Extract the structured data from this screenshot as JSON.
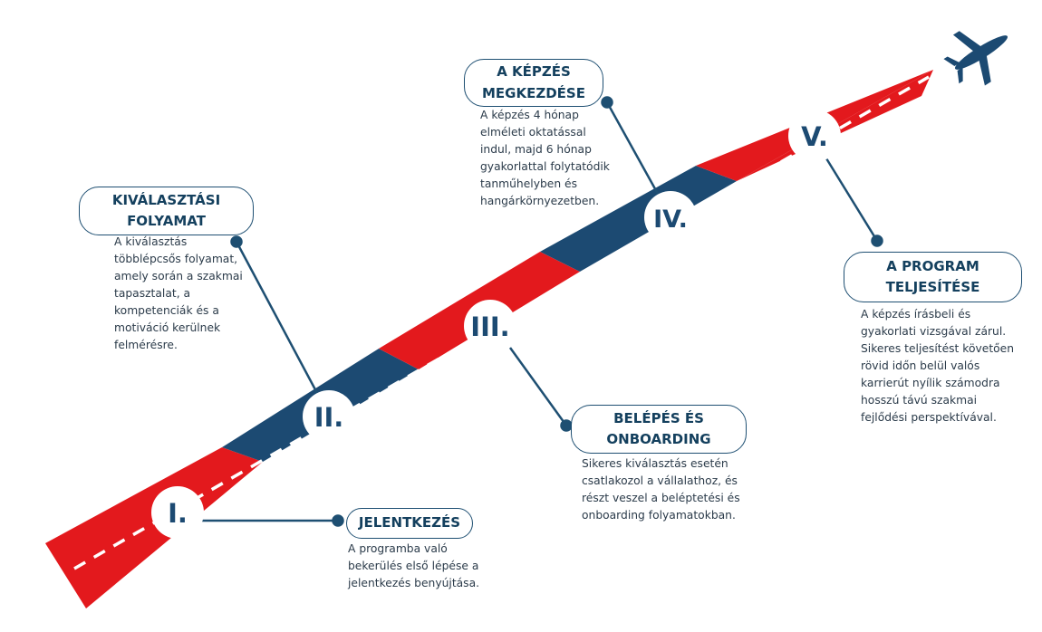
{
  "colors": {
    "red": "#e3191d",
    "navy": "#1c4a72",
    "ink": "#14405e",
    "dash": "#ffffff"
  },
  "plane": {
    "icon": "airplane-icon"
  },
  "steps": [
    {
      "numeral": "I.",
      "title": [
        "JELENTKEZÉS"
      ],
      "description": [
        "A programba való",
        "bekerülés első lépése a",
        "jelentkezés benyújtása."
      ]
    },
    {
      "numeral": "II.",
      "title": [
        "KIVÁLASZTÁSI",
        "FOLYAMAT"
      ],
      "description": [
        "A kiválasztás",
        "többlépcsős folyamat,",
        "amely során a szakmai",
        "tapasztalat, a",
        "kompetenciák és a",
        "motiváció kerülnek",
        "felmérésre."
      ]
    },
    {
      "numeral": "III.",
      "title": [
        "BELÉPÉS ÉS",
        "ONBOARDING"
      ],
      "description": [
        "Sikeres kiválasztás esetén",
        "csatlakozol a vállalathoz, és",
        "részt veszel a beléptetési és",
        "onboarding folyamatokban."
      ]
    },
    {
      "numeral": "IV.",
      "title": [
        "A KÉPZÉS",
        "MEGKEZDÉSE"
      ],
      "description": [
        "A képzés 4 hónap",
        "elméleti oktatással",
        "indul, majd 6 hónap",
        "gyakorlattal folytatódik",
        "tanműhelyben és",
        "hangárkörnyezetben."
      ]
    },
    {
      "numeral": "V.",
      "title": [
        "A PROGRAM",
        "TELJESÍTÉSE"
      ],
      "description": [
        "A képzés írásbeli és",
        "gyakorlati vizsgával zárul.",
        "Sikeres teljesítést követően",
        "rövid időn belül valós",
        "karrierút nyílik számodra",
        "hosszú távú szakmai",
        "fejlődési perspektívával."
      ]
    }
  ]
}
